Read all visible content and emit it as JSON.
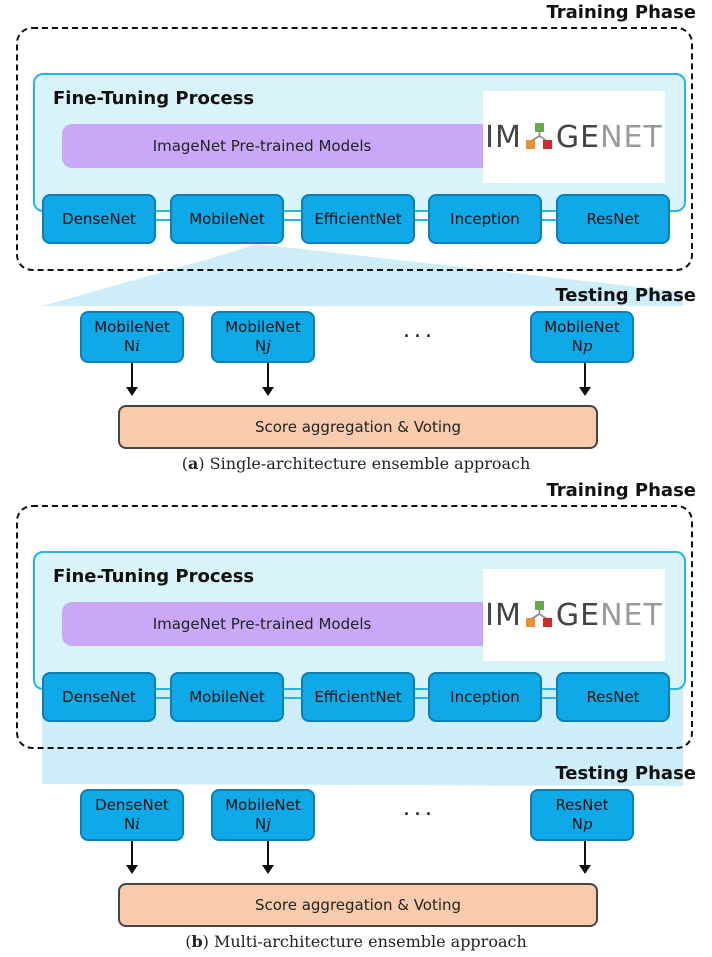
{
  "panels": [
    {
      "training_title": "Training Phase",
      "finetune_title": "Fine-Tuning Process",
      "pretrained_label": "ImageNet Pre-trained Models",
      "logo": {
        "left": "IM",
        "right_dark": "GE",
        "right_light": "NET"
      },
      "models": [
        "DenseNet",
        "MobileNet",
        "EfficientNet",
        "Inception",
        "ResNet"
      ],
      "testing_title": "Testing Phase",
      "testing_models": [
        {
          "name": "MobileNet",
          "prefix": "N",
          "index": "i"
        },
        {
          "name": "MobileNet",
          "prefix": "N",
          "index": "j"
        },
        {
          "name": "MobileNet",
          "prefix": "N",
          "index": "p"
        }
      ],
      "ellipsis": "...",
      "aggregation_label": "Score aggregation & Voting",
      "caption_letter": "a",
      "caption_text": ") Single-architecture ensemble approach"
    },
    {
      "training_title": "Training Phase",
      "finetune_title": "Fine-Tuning Process",
      "pretrained_label": "ImageNet Pre-trained Models",
      "logo": {
        "left": "IM",
        "right_dark": "GE",
        "right_light": "NET"
      },
      "models": [
        "DenseNet",
        "MobileNet",
        "EfficientNet",
        "Inception",
        "ResNet"
      ],
      "testing_title": "Testing Phase",
      "testing_models": [
        {
          "name": "DenseNet",
          "prefix": "N",
          "index": "i"
        },
        {
          "name": "MobileNet",
          "prefix": "N",
          "index": "j"
        },
        {
          "name": "ResNet",
          "prefix": "N",
          "index": "p"
        }
      ],
      "ellipsis": "...",
      "aggregation_label": "Score aggregation & Voting",
      "caption_letter": "b",
      "caption_text": ") Multi-architecture ensemble approach"
    }
  ],
  "colors": {
    "finetune_bg": "#d9f3fa",
    "finetune_border": "#27b3e6",
    "pretrained_bar": "#c9a9f7",
    "model_box": "#0fa9e8",
    "fan": "#cdeef9",
    "score_bar": "#f8cbad",
    "logo_green": "#6aa84f",
    "logo_orange": "#e69138",
    "logo_red": "#cc2b2b"
  },
  "icons": [
    "imagenet-logo-icon",
    "down-arrow-icon"
  ]
}
